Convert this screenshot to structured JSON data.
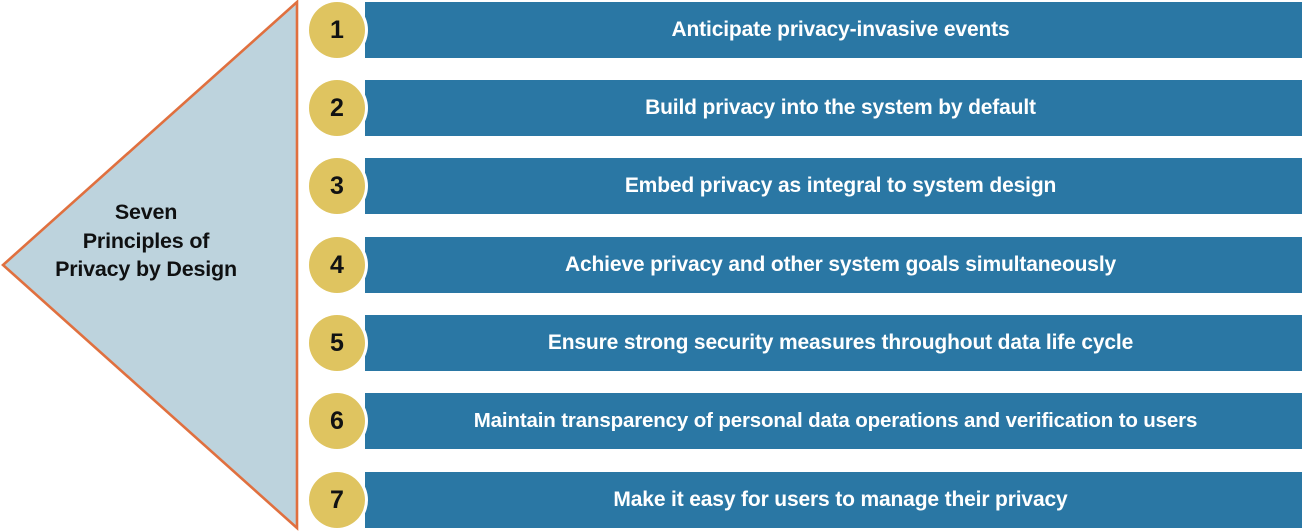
{
  "diagram": {
    "type": "funnel-arrow-list",
    "title": "Seven\nPrinciples of\nPrivacy by Design",
    "colors": {
      "triangle_fill": "#bdd3dd",
      "triangle_border": "#e0703f",
      "bar_fill": "#2a77a4",
      "circle_fill": "#dfc460",
      "bar_text": "#ffffff",
      "circle_text": "#111213",
      "background": "#ffffff"
    },
    "items": [
      {
        "number": "1",
        "label": "Anticipate privacy-invasive events"
      },
      {
        "number": "2",
        "label": "Build privacy into the system by default"
      },
      {
        "number": "3",
        "label": "Embed privacy as integral to system design"
      },
      {
        "number": "4",
        "label": "Achieve privacy and other system goals simultaneously"
      },
      {
        "number": "5",
        "label": "Ensure strong security measures throughout data life cycle"
      },
      {
        "number": "6",
        "label": "Maintain transparency of personal data operations and verification to users"
      },
      {
        "number": "7",
        "label": "Make it easy for users to manage their privacy"
      }
    ]
  }
}
